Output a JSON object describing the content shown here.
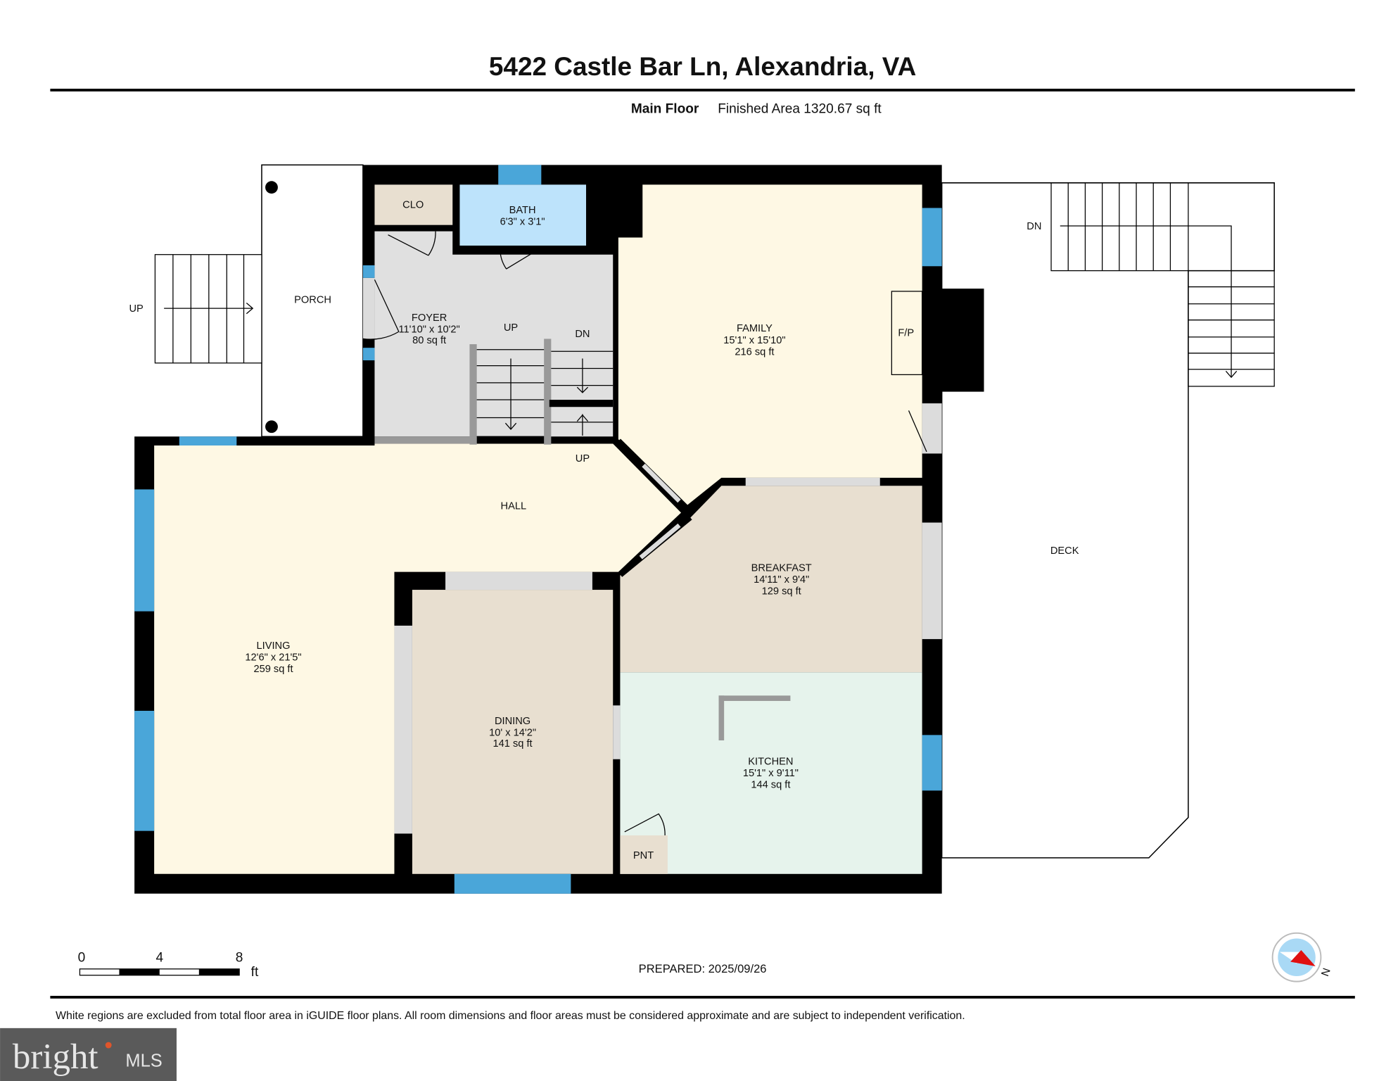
{
  "header": {
    "title": "5422 Castle Bar Ln, Alexandria, VA",
    "floor": "Main Floor",
    "finished_area": "Finished Area 1320.67 sq ft"
  },
  "rooms": {
    "clo": {
      "name": "CLO"
    },
    "bath": {
      "name": "BATH",
      "dims": "6'3\" x 3'1\""
    },
    "foyer": {
      "name": "FOYER",
      "dims": "11'10\" x 10'2\"",
      "area": "80 sq ft"
    },
    "family": {
      "name": "FAMILY",
      "dims": "15'1\" x 15'10\"",
      "area": "216 sq ft"
    },
    "hall": {
      "name": "HALL"
    },
    "living": {
      "name": "LIVING",
      "dims": "12'6\" x 21'5\"",
      "area": "259 sq ft"
    },
    "breakfast": {
      "name": "BREAKFAST",
      "dims": "14'11\" x 9'4\"",
      "area": "129 sq ft"
    },
    "dining": {
      "name": "DINING",
      "dims": "10' x 14'2\"",
      "area": "141 sq ft"
    },
    "kitchen": {
      "name": "KITCHEN",
      "dims": "15'1\" x 9'11\"",
      "area": "144 sq ft"
    },
    "pantry": {
      "name": "PNT"
    },
    "porch": {
      "name": "PORCH"
    },
    "deck": {
      "name": "DECK"
    },
    "fireplace": {
      "name": "F/P"
    }
  },
  "stairs": {
    "porch_up": "UP",
    "foyer_up": "UP",
    "foyer_dn": "DN",
    "hall_up": "UP",
    "deck_dn": "DN"
  },
  "scale": {
    "ticks": [
      "0",
      "4",
      "8"
    ],
    "unit": "ft"
  },
  "compass": {
    "label": "N",
    "icon": "north-arrow-icon"
  },
  "prepared": "PREPARED: 2025/09/26",
  "disclaimer": "White regions are excluded from total floor area in iGUIDE floor plans. All room dimensions and floor areas must be considered approximate and are subject to independent verification.",
  "logo": {
    "brand": "bright",
    "suffix": "MLS"
  },
  "colors": {
    "wall": "#000000",
    "window": "#4aa6d9",
    "bath": "#bde3fb",
    "foyer": "#e0e0e0",
    "living_family": "#fef8e4",
    "beige": "#e8dfd0",
    "kitchen": "#e6f3ec",
    "logo_bg": "#5a5a5a",
    "logo_accent": "#e0552b"
  }
}
